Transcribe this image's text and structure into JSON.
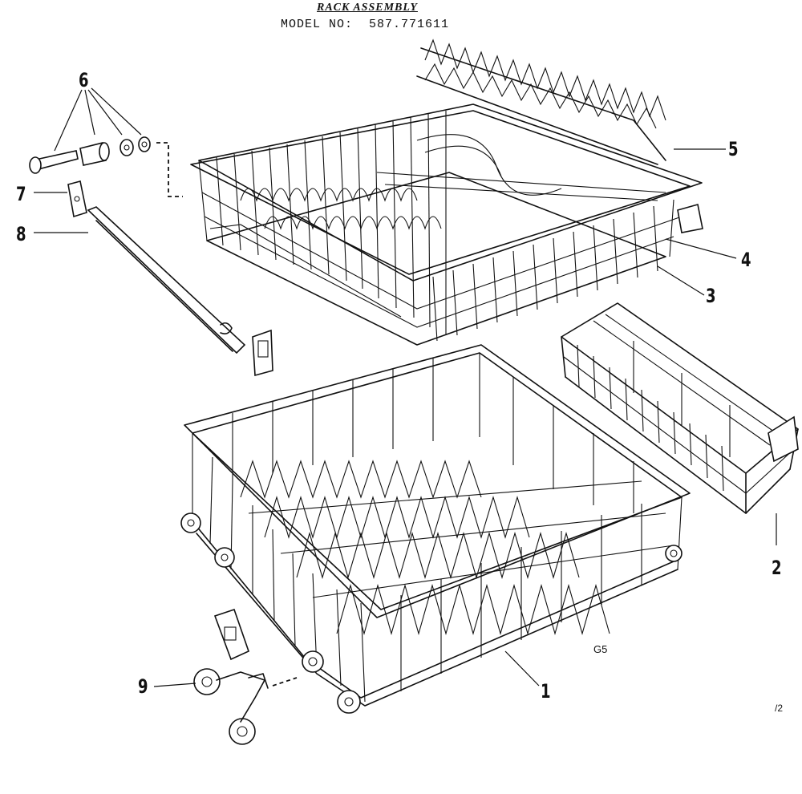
{
  "header": {
    "title": "RACK ASSEMBLY",
    "model": "MODEL NO:  587.771611"
  },
  "callouts": [
    {
      "id": "c1",
      "label": "1"
    },
    {
      "id": "c2",
      "label": "2"
    },
    {
      "id": "c3",
      "label": "3"
    },
    {
      "id": "c4",
      "label": "4"
    },
    {
      "id": "c5",
      "label": "5"
    },
    {
      "id": "c6",
      "label": "6"
    },
    {
      "id": "c7",
      "label": "7"
    },
    {
      "id": "c8",
      "label": "8"
    },
    {
      "id": "c9",
      "label": "9"
    }
  ],
  "notes": {
    "figure_code": "G5",
    "page_mark": "/2"
  },
  "parts": [
    "dishrack-lower",
    "silverware-basket",
    "dishrack-upper",
    "tine-row",
    "cup-shelf",
    "hardware-set",
    "track-stop",
    "track",
    "wheel-assembly"
  ]
}
